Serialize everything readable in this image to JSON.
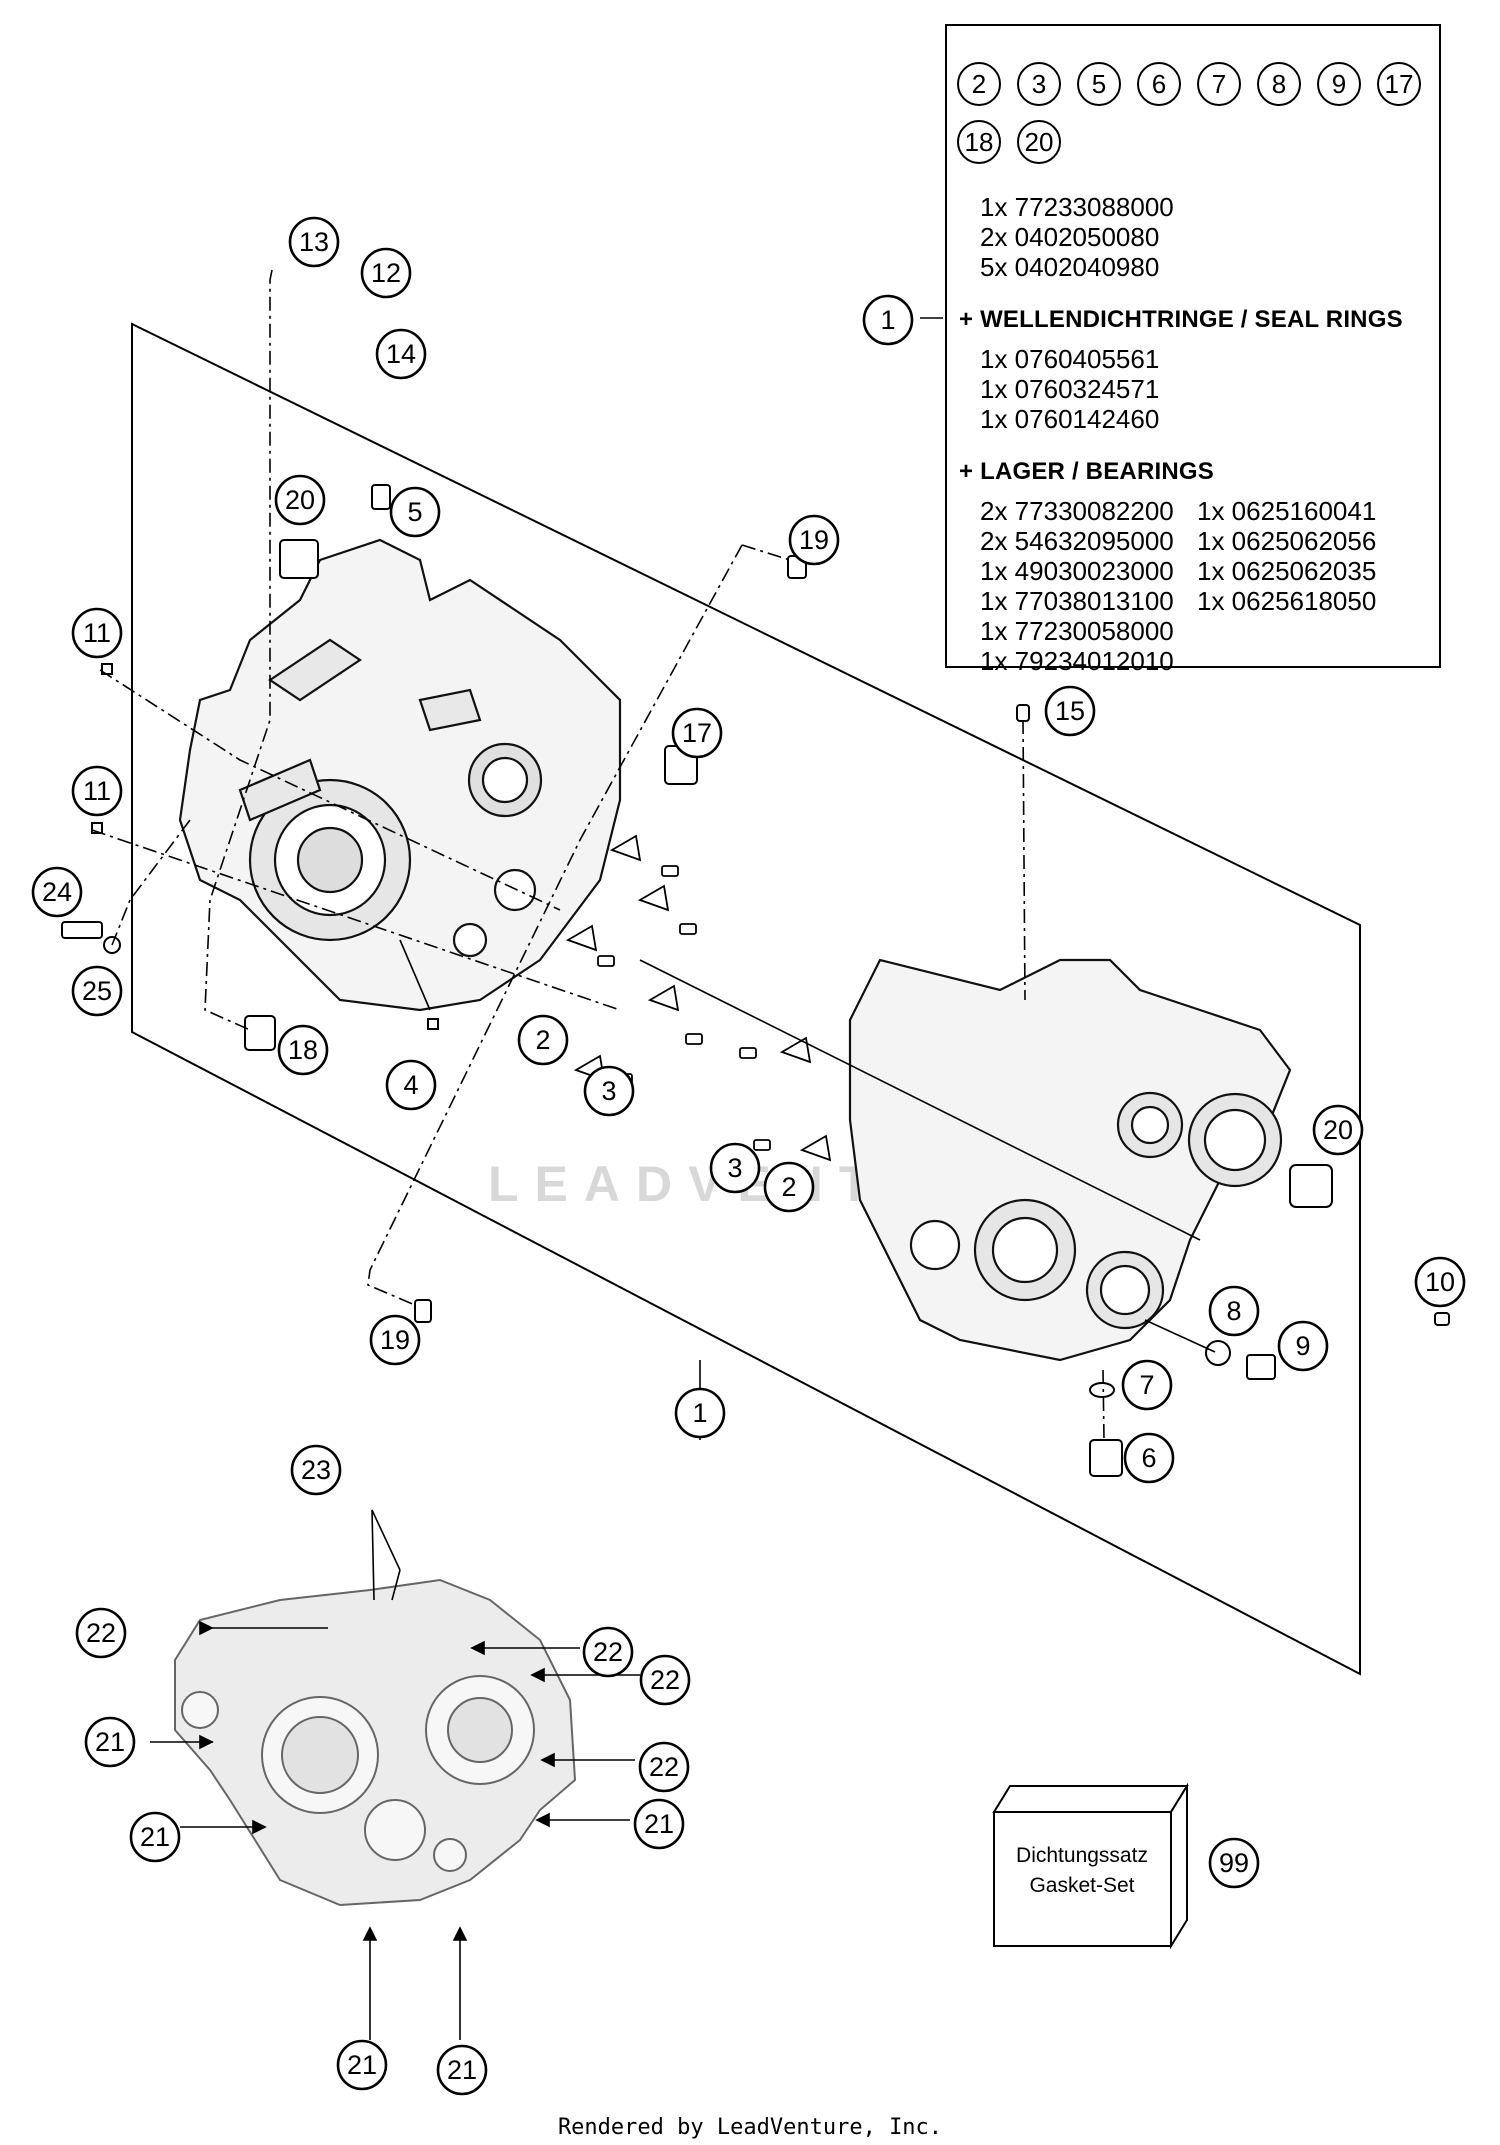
{
  "kit": {
    "number_circles": [
      "2",
      "3",
      "5",
      "6",
      "7",
      "8",
      "9",
      "17",
      "18",
      "20"
    ],
    "base_parts": [
      "1x 77233088000",
      "2x 0402050080",
      "5x 0402040980"
    ],
    "seal_heading": "+ WELLENDICHTRINGE / SEAL RINGS",
    "seal_parts": [
      "1x 0760405561",
      "1x 0760324571",
      "1x 0760142460"
    ],
    "bearing_heading": "+ LAGER / BEARINGS",
    "bearing_parts_left": [
      "2x 77330082200",
      "2x 54632095000",
      "1x 49030023000",
      "1x 77038013100",
      "1x 77230058000",
      "1x 79234012010"
    ],
    "bearing_parts_right": [
      "1x 0625160041",
      "1x 0625062056",
      "1x 0625062035",
      "1x 0625618050"
    ]
  },
  "gasket_set": {
    "label_de": "Dichtungssatz",
    "label_en": "Gasket-Set",
    "number": "99"
  },
  "callouts": {
    "c1_kit": "1",
    "c1_main": "1",
    "c2_a": "2",
    "c2_b": "2",
    "c3_a": "3",
    "c3_b": "3",
    "c4": "4",
    "c5": "5",
    "c6": "6",
    "c7": "7",
    "c8": "8",
    "c9": "9",
    "c10": "10",
    "c11_a": "11",
    "c11_b": "11",
    "c12": "12",
    "c13": "13",
    "c14": "14",
    "c15": "15",
    "c17": "17",
    "c18": "18",
    "c19_a": "19",
    "c19_b": "19",
    "c20_a": "20",
    "c20_b": "20",
    "c21_a": "21",
    "c21_b": "21",
    "c21_c": "21",
    "c21_d": "21",
    "c21_e": "21",
    "c22_a": "22",
    "c22_b": "22",
    "c22_c": "22",
    "c22_d": "22",
    "c23": "23",
    "c24": "24",
    "c25": "25"
  },
  "watermark": "LEADVENTURE",
  "footer": "Rendered by LeadVenture, Inc."
}
